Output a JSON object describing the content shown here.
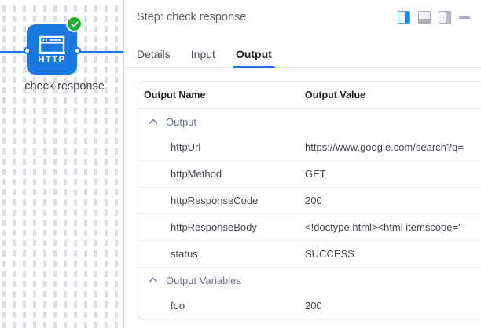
{
  "canvas": {
    "node": {
      "icon": "http-node-icon",
      "icon_text": "HTTP",
      "label": "check response",
      "status_badge": "success-check-icon"
    }
  },
  "panel": {
    "header": {
      "title": "Step: check response",
      "actions": [
        {
          "name": "layout-right-panel-icon",
          "label": ""
        },
        {
          "name": "layout-bottom-panel-icon",
          "label": ""
        },
        {
          "name": "layout-left-panel-icon",
          "label": ""
        },
        {
          "name": "minimize-icon",
          "label": ""
        }
      ]
    },
    "tabs": [
      {
        "label": "Details",
        "active": false
      },
      {
        "label": "Input",
        "active": false
      },
      {
        "label": "Output",
        "active": true
      }
    ],
    "table": {
      "headers": {
        "name": "Output Name",
        "value": "Output Value"
      },
      "groups": [
        {
          "label": "Output",
          "expanded": true,
          "rows": [
            {
              "name": "httpUrl",
              "value": "https://www.google.com/search?q="
            },
            {
              "name": "httpMethod",
              "value": "GET"
            },
            {
              "name": "httpResponseCode",
              "value": "200"
            },
            {
              "name": "httpResponseBody",
              "value": "<!doctype html><html itemscope=\""
            },
            {
              "name": "status",
              "value": "SUCCESS"
            }
          ]
        },
        {
          "label": "Output Variables",
          "expanded": true,
          "rows": [
            {
              "name": "foo",
              "value": "200"
            }
          ]
        }
      ]
    }
  },
  "colors": {
    "accent": "#1a73e8",
    "node_blue": "#1a79e0",
    "success_green": "#27ae35",
    "text_primary": "#202124",
    "text_secondary": "#5f6368"
  }
}
